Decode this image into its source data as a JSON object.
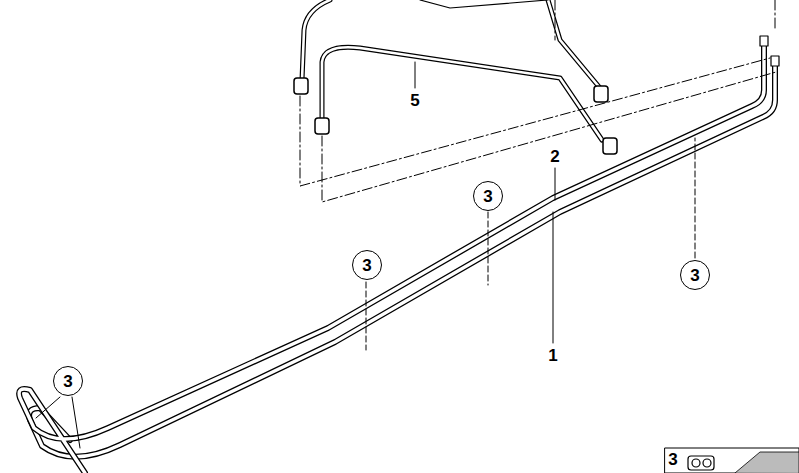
{
  "diagram": {
    "nodes": [
      {
        "text": [
          "3"
        ]
      },
      {
        "text": [
          "3"
        ]
      },
      {
        "text": [
          "3"
        ]
      },
      {
        "text": [
          "3"
        ]
      }
    ],
    "labels": [
      "5",
      "2",
      "1",
      "3"
    ]
  }
}
